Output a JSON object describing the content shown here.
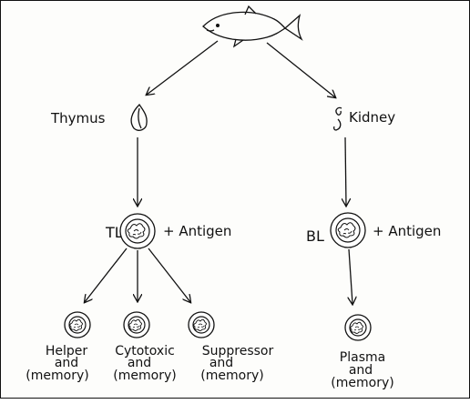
{
  "nodes": {
    "thymus": {
      "label": "Thymus"
    },
    "kidney": {
      "label": "Kidney"
    },
    "tl": {
      "label": "TL",
      "antigen": "+ Antigen"
    },
    "bl": {
      "label": "BL",
      "antigen": "+ Antigen"
    }
  },
  "cells": {
    "helper": {
      "line1": "Helper",
      "line2": "and",
      "line3": "(memory)"
    },
    "cytotoxic": {
      "line1": "Cytotoxic",
      "line2": "and",
      "line3": "(memory)"
    },
    "suppressor": {
      "line1": "Suppressor",
      "line2": "and",
      "line3": "(memory)"
    },
    "plasma": {
      "line1": "Plasma",
      "line2": "and",
      "line3": "(memory)"
    }
  },
  "icons": {
    "fish": "fish-icon",
    "thymus": "thymus-organ-icon",
    "kidney": "kidney-organ-icon",
    "cell": "lymphocyte-cell-icon"
  },
  "colors": {
    "ink": "#111111",
    "paper": "#fdfdfb"
  }
}
